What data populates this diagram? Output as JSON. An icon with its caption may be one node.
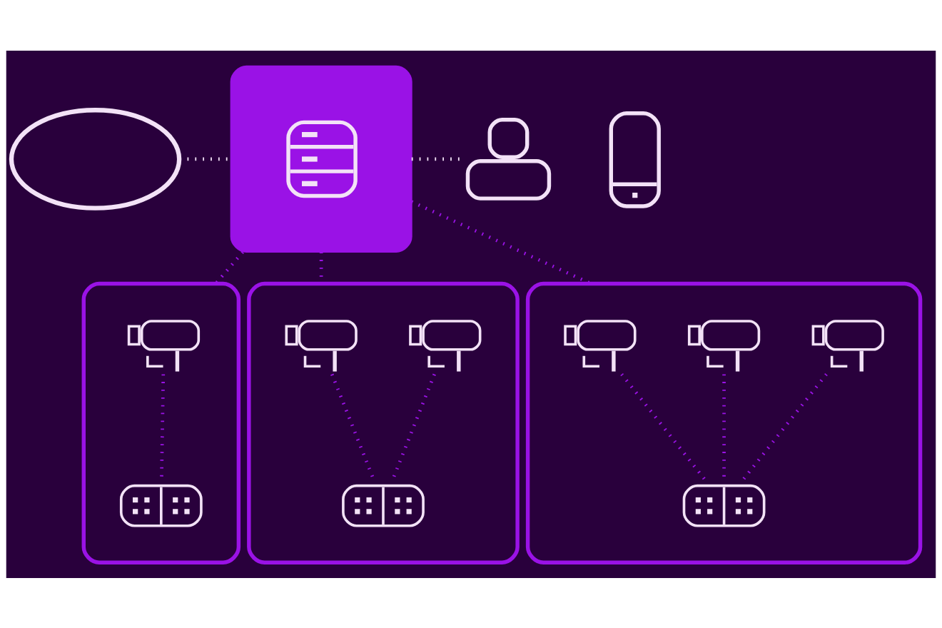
{
  "diagram": {
    "nodes": [
      {
        "text": [],
        "shape": "cloud"
      },
      {
        "text": [],
        "shape": "cloud"
      },
      {
        "text": [],
        "shape": "picture",
        "in": 1
      },
      {
        "text": [],
        "shape": "person"
      },
      {
        "text": [],
        "shape": "picture"
      },
      {
        "text": [],
        "shape": "box"
      },
      {
        "text": [],
        "shape": "picture",
        "in": 5
      },
      {
        "text": [],
        "shape": "picture",
        "in": 5
      },
      {
        "text": [],
        "shape": "box"
      },
      {
        "text": [],
        "shape": "picture",
        "in": 8
      },
      {
        "text": [],
        "shape": "picture",
        "in": 8
      },
      {
        "text": [],
        "shape": "picture",
        "in": 8
      },
      {
        "text": [],
        "shape": "box"
      },
      {
        "text": [],
        "shape": "picture",
        "in": 12
      },
      {
        "text": [],
        "shape": "picture",
        "in": 12
      },
      {
        "text": [],
        "shape": "picture",
        "in": 12
      },
      {
        "text": [],
        "shape": "picture",
        "in": 12
      }
    ],
    "edges": [
      {
        "from": 0,
        "to": 1,
        "arrow": "none",
        "style": "dashed",
        "color": "#f3e2f7"
      },
      {
        "from": 1,
        "to": 3,
        "arrow": "none",
        "style": "dashed",
        "color": "#f3e2f7"
      },
      {
        "from": 1,
        "to": 5,
        "arrow": "none",
        "style": "dashed"
      },
      {
        "from": 1,
        "to": 8,
        "arrow": "none",
        "style": "dashed"
      },
      {
        "from": 1,
        "to": 12,
        "arrow": "none",
        "style": "dashed"
      },
      {
        "from": 6,
        "to": 7,
        "arrow": "none",
        "style": "dashed"
      },
      {
        "from": 9,
        "to": 11,
        "arrow": "none",
        "style": "dashed"
      },
      {
        "from": 10,
        "to": 11,
        "arrow": "none",
        "style": "dashed"
      },
      {
        "from": 13,
        "to": 16,
        "arrow": "none",
        "style": "dashed"
      },
      {
        "from": 14,
        "to": 16,
        "arrow": "none",
        "style": "dashed"
      },
      {
        "from": 15,
        "to": 16,
        "arrow": "none",
        "style": "dashed"
      }
    ]
  }
}
